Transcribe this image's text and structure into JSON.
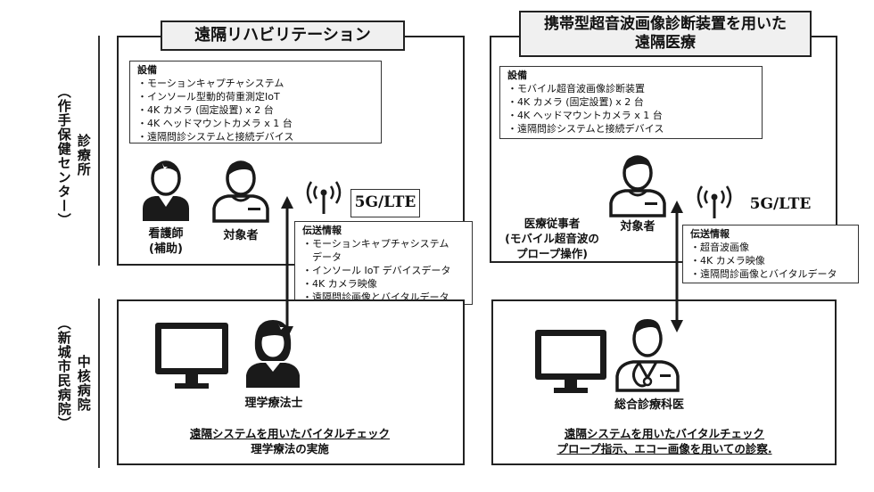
{
  "side_labels": {
    "top": {
      "primary": "診療所",
      "secondary": "（作手保健センター）"
    },
    "bottom": {
      "primary": "中核病院",
      "secondary": "（新城市民病院）"
    }
  },
  "left": {
    "title": "遠隔リハビリテーション",
    "equipment": {
      "heading": "設備",
      "items": [
        "・モーションキャプチャシステム",
        "・インソール型動的荷重測定IoT",
        "・4K カメラ (固定設置) x 2 台",
        "・4K ヘッドマウントカメラ x 1 台",
        "・遠隔問診システムと接続デバイス"
      ]
    },
    "network_label": "5G/LTE",
    "people": {
      "nurse": [
        "看護師",
        "(補助)"
      ],
      "patient": "対象者"
    },
    "transmission": {
      "heading": "伝送情報",
      "items": [
        "・モーションキャプチャシステム",
        "　データ",
        "・インソール IoT デバイスデータ",
        "・4K カメラ映像",
        "・遠隔問診画像とバイタルデータ"
      ]
    },
    "hospital_person": "理学療法士",
    "footer": {
      "line1": "遠隔システムを用いたバイタルチェック",
      "line2": "理学療法の実施"
    }
  },
  "right": {
    "title_lines": [
      "携帯型超音波画像診断装置を用いた",
      "遠隔医療"
    ],
    "equipment": {
      "heading": "設備",
      "items": [
        "・モバイル超音波画像診断装置",
        "・4K カメラ (固定設置) x 2 台",
        "・4K ヘッドマウントカメラ x 1 台",
        "・遠隔問診システムと接続デバイス"
      ]
    },
    "network_label": "5G/LTE",
    "people": {
      "staff": [
        "医療従事者",
        "(モバイル超音波の",
        "プロープ操作)"
      ],
      "patient": "対象者"
    },
    "transmission": {
      "heading": "伝送情報",
      "items": [
        "・超音波画像",
        "・4K カメラ映像",
        "・遠隔問診画像とバイタルデータ"
      ]
    },
    "hospital_person": "総合診療科医",
    "footer": {
      "line1": "遠隔システムを用いたバイタルチェック",
      "line2": "プロープ指示、エコー画像を用いての診察."
    }
  }
}
